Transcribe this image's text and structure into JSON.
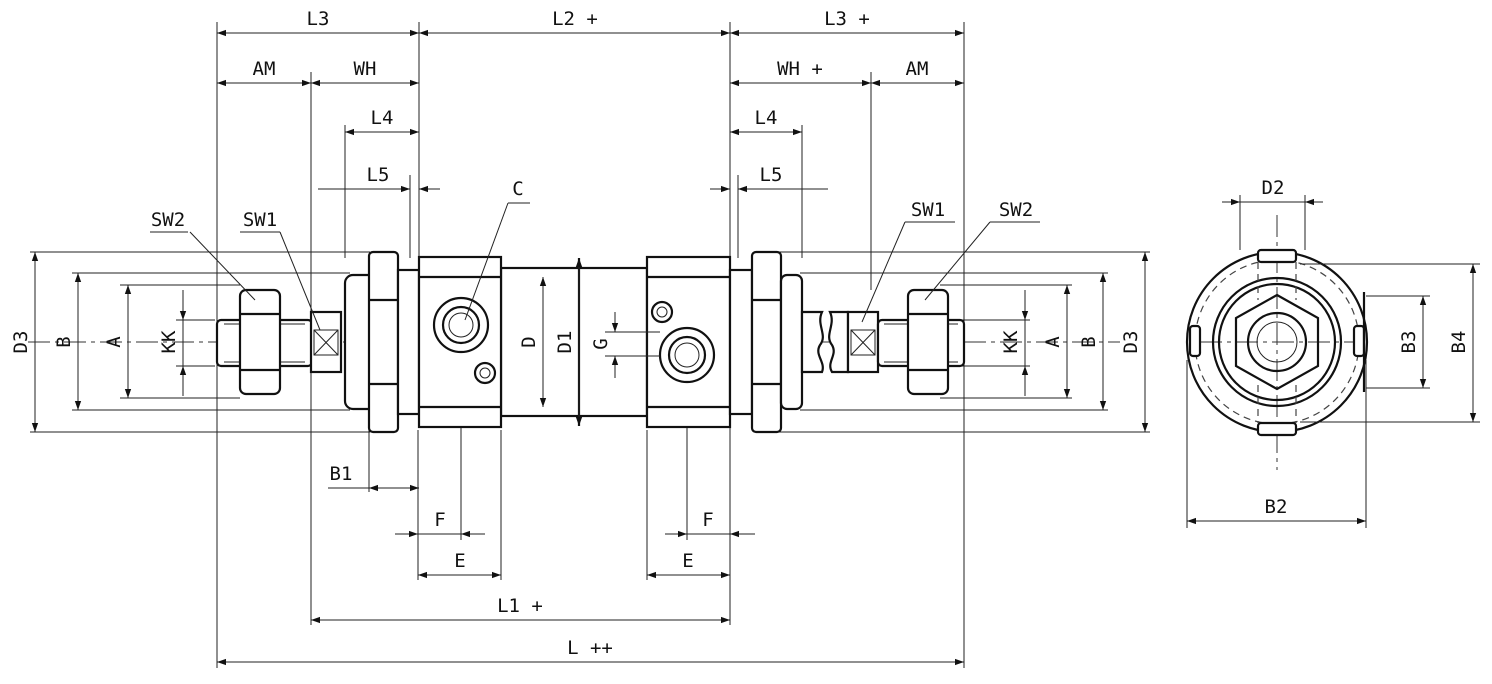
{
  "labels": {
    "L3_left": "L3",
    "L2": "L2 +",
    "L3_right": "L3 +",
    "AM_left": "AM",
    "WH_left": "WH",
    "WH_right": "WH +",
    "AM_right": "AM",
    "L4_left": "L4",
    "L4_right": "L4",
    "L5_left": "L5",
    "L5_right": "L5",
    "C": "C",
    "SW2_left": "SW2",
    "SW1_left": "SW1",
    "SW1_right": "SW1",
    "SW2_right": "SW2",
    "D2": "D2",
    "D3_left": "D3",
    "B_left": "B",
    "A_left": "A",
    "KK_left": "KK",
    "D": "D",
    "D1": "D1",
    "G": "G",
    "KK_right": "KK",
    "A_right": "A",
    "B_right": "B",
    "D3_right": "D3",
    "B3": "B3",
    "B4": "B4",
    "B1": "B1",
    "F_left": "F",
    "F_right": "F",
    "E_left": "E",
    "E_right": "E",
    "B2": "B2",
    "L1": "L1 +",
    "L": "L ++"
  }
}
